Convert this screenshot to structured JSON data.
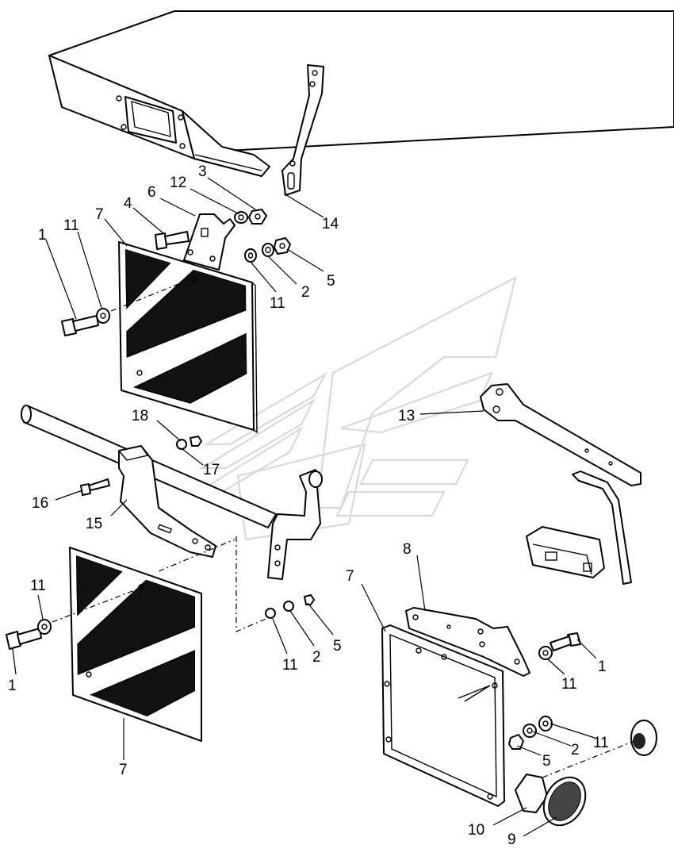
{
  "diagram": {
    "type": "exploded-parts-view",
    "callouts": [
      {
        "id": "c1a",
        "label": "1"
      },
      {
        "id": "c1b",
        "label": "1"
      },
      {
        "id": "c1c",
        "label": "1"
      },
      {
        "id": "c2a",
        "label": "2"
      },
      {
        "id": "c2b",
        "label": "2"
      },
      {
        "id": "c2c",
        "label": "2"
      },
      {
        "id": "c3",
        "label": "3"
      },
      {
        "id": "c4",
        "label": "4"
      },
      {
        "id": "c5a",
        "label": "5"
      },
      {
        "id": "c5b",
        "label": "5"
      },
      {
        "id": "c5c",
        "label": "5"
      },
      {
        "id": "c6",
        "label": "6"
      },
      {
        "id": "c7a",
        "label": "7"
      },
      {
        "id": "c7b",
        "label": "7"
      },
      {
        "id": "c7c",
        "label": "7"
      },
      {
        "id": "c8",
        "label": "8"
      },
      {
        "id": "c9",
        "label": "9"
      },
      {
        "id": "c10",
        "label": "10"
      },
      {
        "id": "c11a",
        "label": "11"
      },
      {
        "id": "c11b",
        "label": "11"
      },
      {
        "id": "c11c",
        "label": "11"
      },
      {
        "id": "c11d",
        "label": "11"
      },
      {
        "id": "c11e",
        "label": "11"
      },
      {
        "id": "c11f",
        "label": "11"
      },
      {
        "id": "c12",
        "label": "12"
      },
      {
        "id": "c13",
        "label": "13"
      },
      {
        "id": "c14",
        "label": "14"
      },
      {
        "id": "c15",
        "label": "15"
      },
      {
        "id": "c16",
        "label": "16"
      },
      {
        "id": "c17",
        "label": "17"
      },
      {
        "id": "c18",
        "label": "18"
      }
    ]
  }
}
